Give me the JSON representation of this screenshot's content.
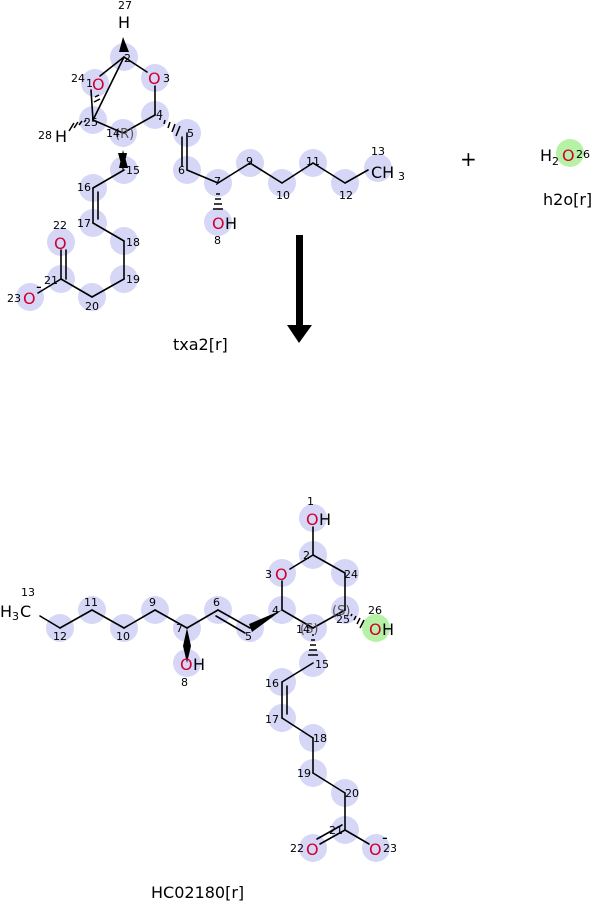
{
  "reactants": [
    {
      "name": "txa2[r]"
    },
    {
      "name": "h2o[r]"
    }
  ],
  "products": [
    {
      "name": "HC02180[r]"
    }
  ],
  "plus_sign": "+",
  "water": {
    "h": "H",
    "sub": "2",
    "o": "O",
    "idx": "26"
  },
  "txa2": {
    "indices": [
      "27",
      "2",
      "24",
      "1",
      "3",
      "25",
      "28",
      "14",
      "4",
      "5",
      "6",
      "7",
      "8",
      "9",
      "10",
      "11",
      "12",
      "13",
      "15",
      "16",
      "17",
      "18",
      "19",
      "20",
      "21",
      "22",
      "23"
    ],
    "atoms": {
      "o1": "O",
      "o3": "O",
      "h27": "H",
      "h28": "H",
      "oh8_o": "O",
      "oh8_h": "H",
      "o22": "O",
      "o23": "O",
      "minus": "-",
      "ch3_c": "CH",
      "ch3_sub": "3"
    },
    "stereo": {
      "r14": "(R)"
    }
  },
  "hc02180": {
    "indices": [
      "1",
      "2",
      "3",
      "24",
      "4",
      "25",
      "14",
      "26",
      "5",
      "6",
      "7",
      "8",
      "9",
      "10",
      "11",
      "12",
      "13",
      "15",
      "16",
      "17",
      "18",
      "19",
      "20",
      "21",
      "22",
      "23"
    ],
    "atoms": {
      "o1": "O",
      "h1": "H",
      "o3": "O",
      "o26": "O",
      "h26": "H",
      "oh8_o": "O",
      "oh8_h": "H",
      "o22": "O",
      "o23": "O",
      "minus": "-",
      "h3c_h": "H",
      "h3c_sub": "3",
      "h3c_c": "C"
    },
    "stereo": {
      "s25": "(S)",
      "s14": "(S)"
    }
  }
}
